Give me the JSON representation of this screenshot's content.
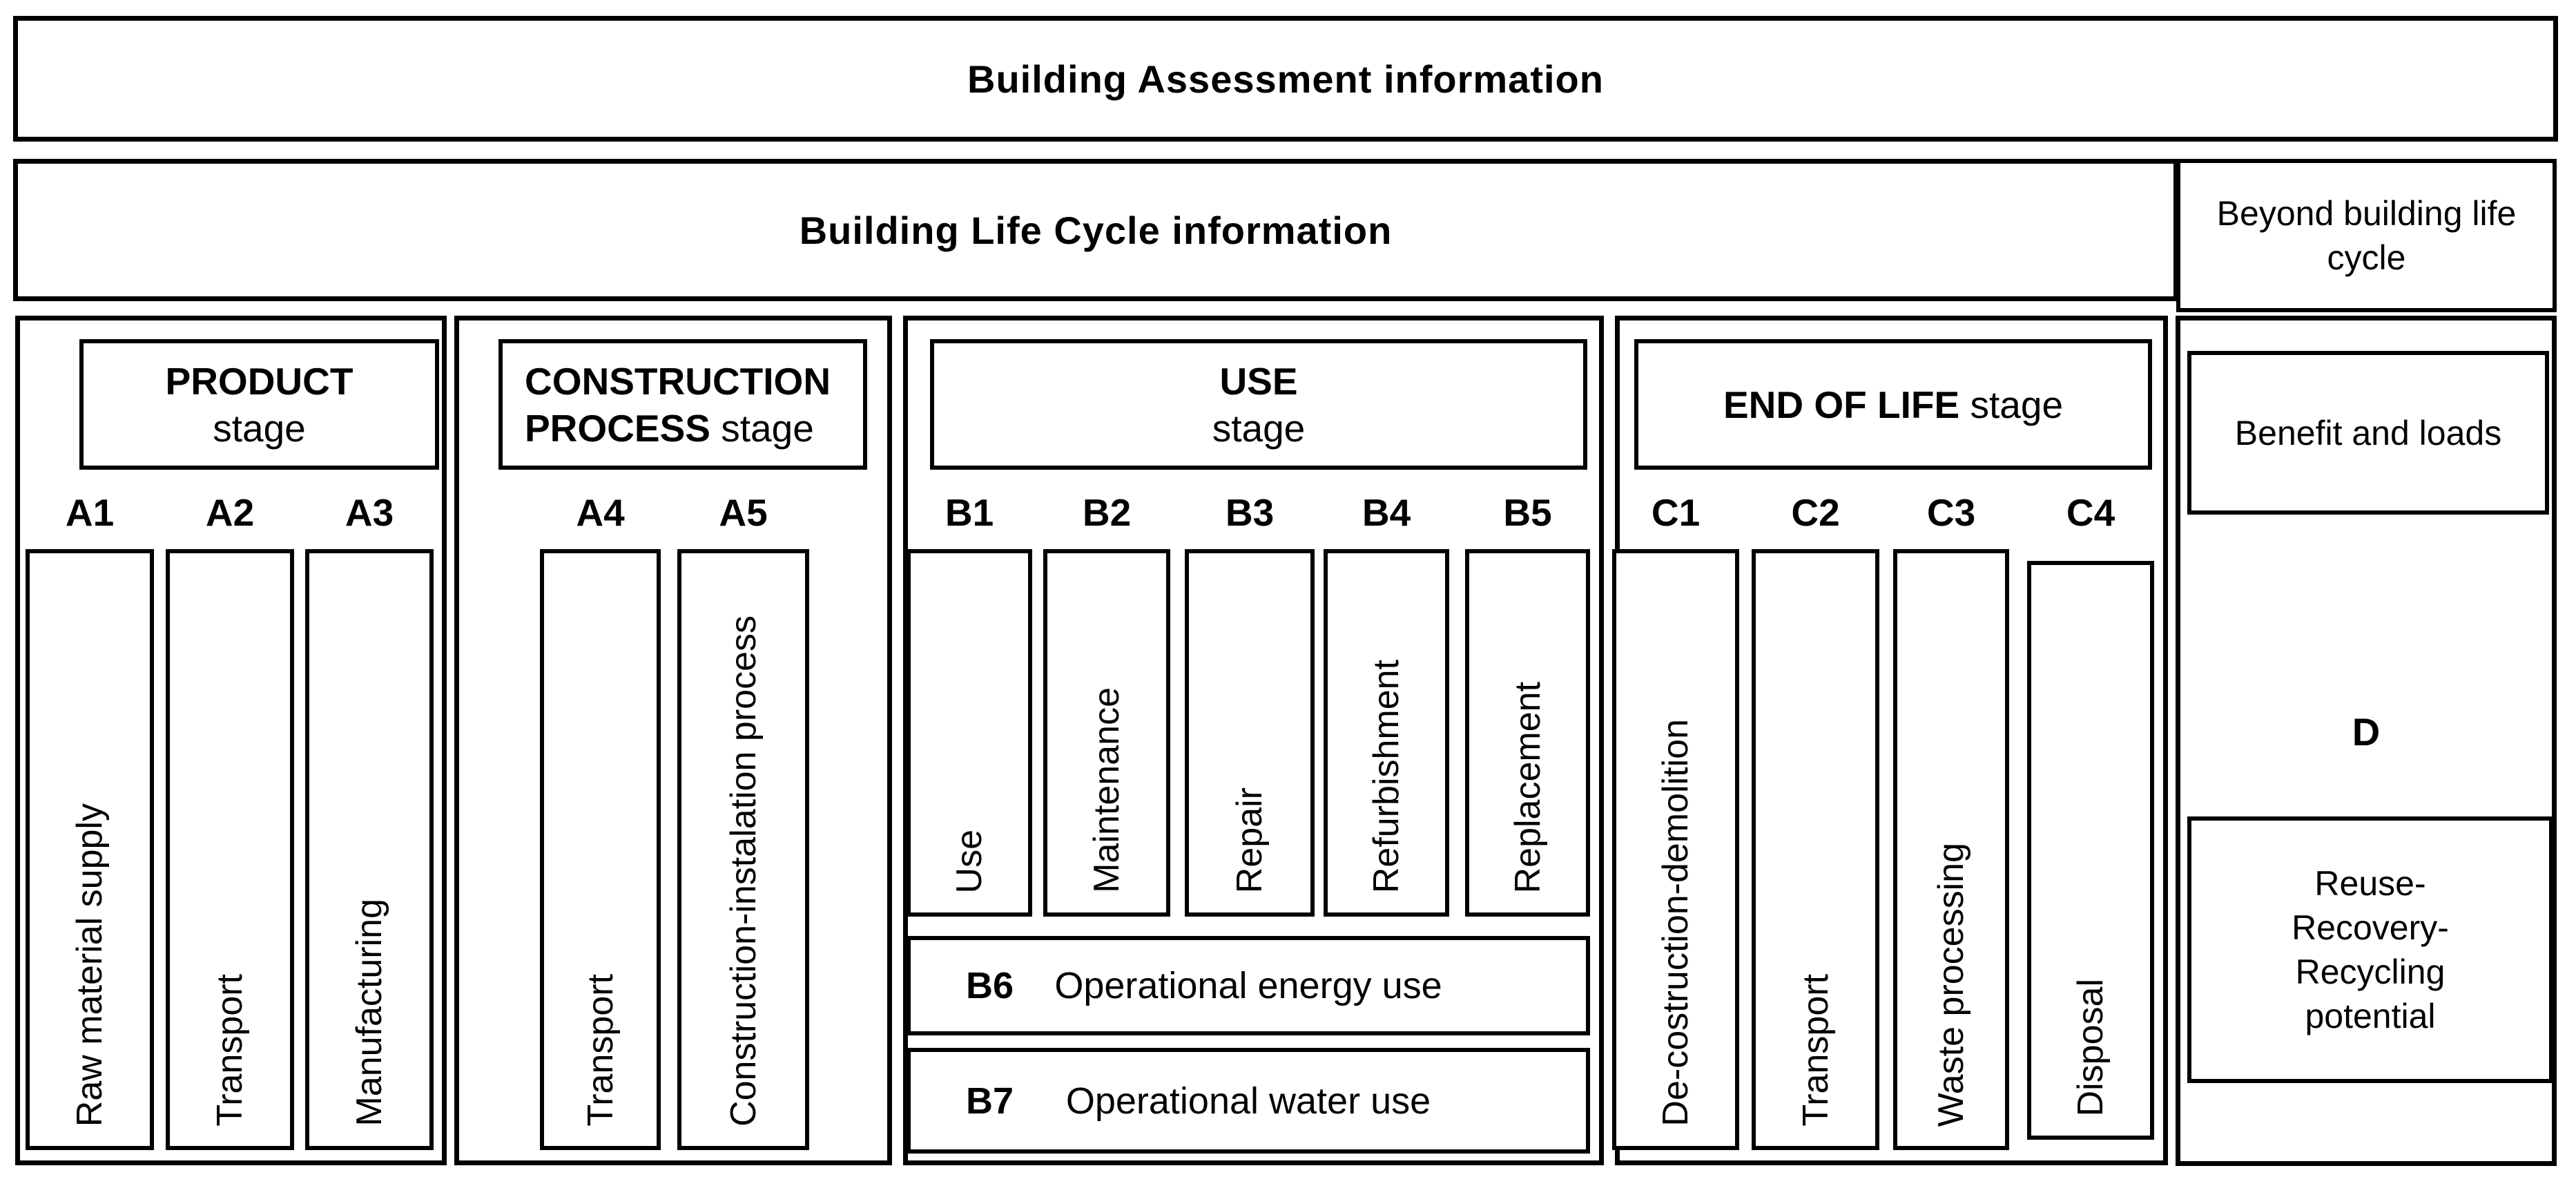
{
  "assessment_title": "Building Assessment information",
  "life_cycle_title": "Building Life Cycle information",
  "beyond_title": "Beyond building life cycle",
  "stages": [
    {
      "header": {
        "title": "PRODUCT",
        "subtitle": "stage"
      },
      "columns": [
        {
          "code": "A1",
          "label": "Raw material supply"
        },
        {
          "code": "A2",
          "label": "Transport"
        },
        {
          "code": "A3",
          "label": "Manufacturing"
        }
      ]
    },
    {
      "header": {
        "title": "CONSTRUCTION PROCESS",
        "subtitle": "stage"
      },
      "columns": [
        {
          "code": "A4",
          "label": "Transport"
        },
        {
          "code": "A5",
          "label": "Construction-instalation process"
        }
      ]
    },
    {
      "header": {
        "title": "USE",
        "subtitle": "stage"
      },
      "columns": [
        {
          "code": "B1",
          "label": "Use"
        },
        {
          "code": "B2",
          "label": "Maintenance"
        },
        {
          "code": "B3",
          "label": "Repair"
        },
        {
          "code": "B4",
          "label": "Refurbishment"
        },
        {
          "code": "B5",
          "label": "Replacement"
        }
      ],
      "rows": [
        {
          "code": "B6",
          "label": "Operational energy use"
        },
        {
          "code": "B7",
          "label": "Operational water use"
        }
      ]
    },
    {
      "header": {
        "title": "END OF LIFE",
        "subtitle": "stage"
      },
      "columns": [
        {
          "code": "C1",
          "label": "De-costruction-demolition"
        },
        {
          "code": "C2",
          "label": "Transport"
        },
        {
          "code": "C3",
          "label": "Waste processing"
        },
        {
          "code": "C4",
          "label": "Disposal"
        }
      ]
    }
  ],
  "supplementary": {
    "benefit_label": "Benefit and loads",
    "module_code": "D",
    "reuse_lines": {
      "0": "Reuse-",
      "1": "Recovery-",
      "2": "Recycling",
      "3": "potential"
    }
  },
  "colors": {
    "line": "#000000",
    "background": "#ffffff"
  }
}
